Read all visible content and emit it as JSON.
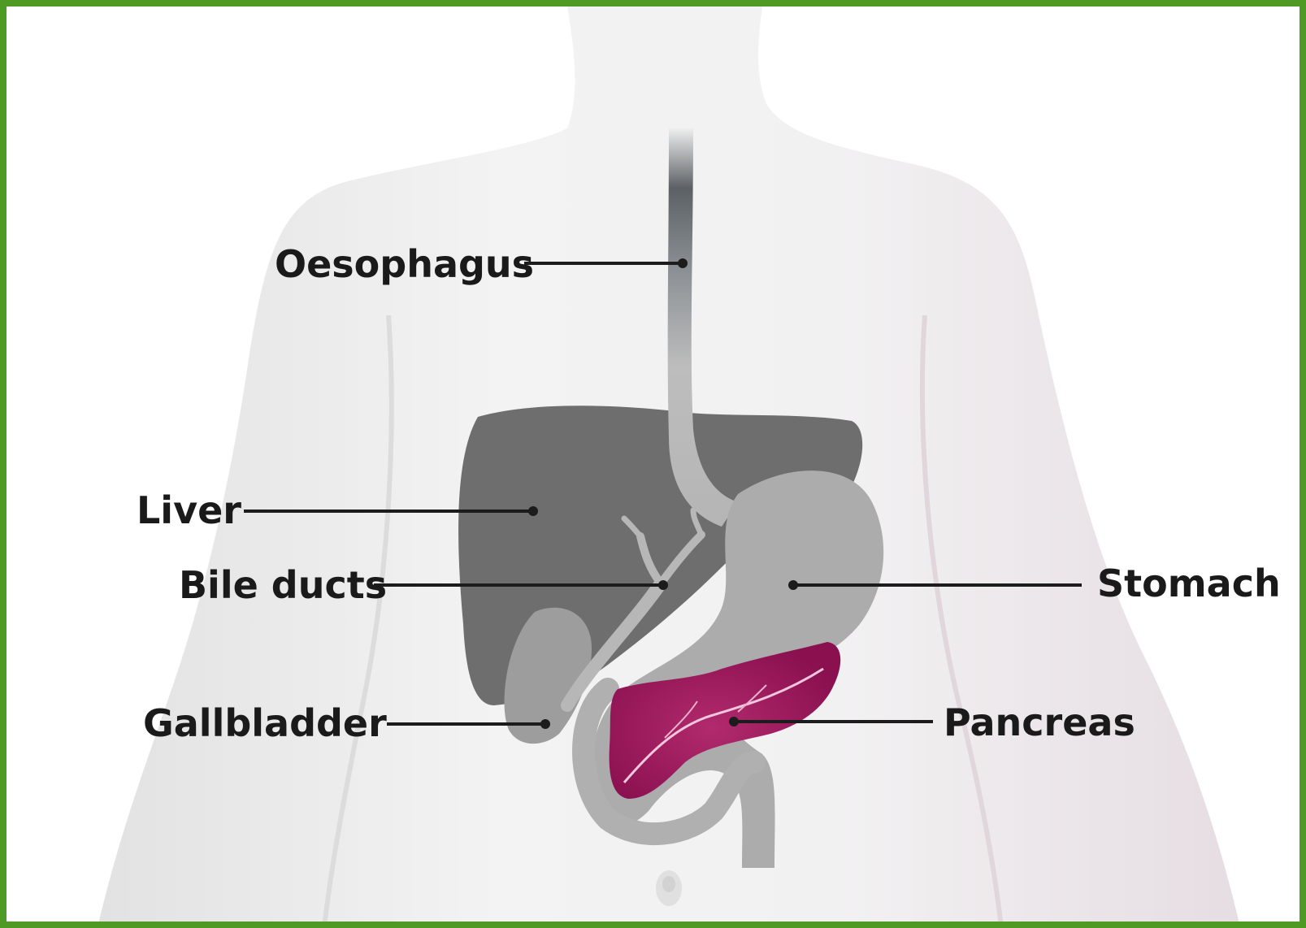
{
  "diagram": {
    "labels": {
      "oesophagus": "Oesophagus",
      "liver": "Liver",
      "bile_ducts": "Bile ducts",
      "gallbladder": "Gallbladder",
      "stomach": "Stomach",
      "pancreas": "Pancreas"
    }
  },
  "colors": {
    "frame_border": "#4f9a24",
    "body_silhouette": "#ececec",
    "liver": "#6f6f6f",
    "stomach": "#a9a9a9",
    "gallbladder": "#9a9a9a",
    "pancreas": "#9c1659",
    "label_text": "#1a1a1a"
  }
}
